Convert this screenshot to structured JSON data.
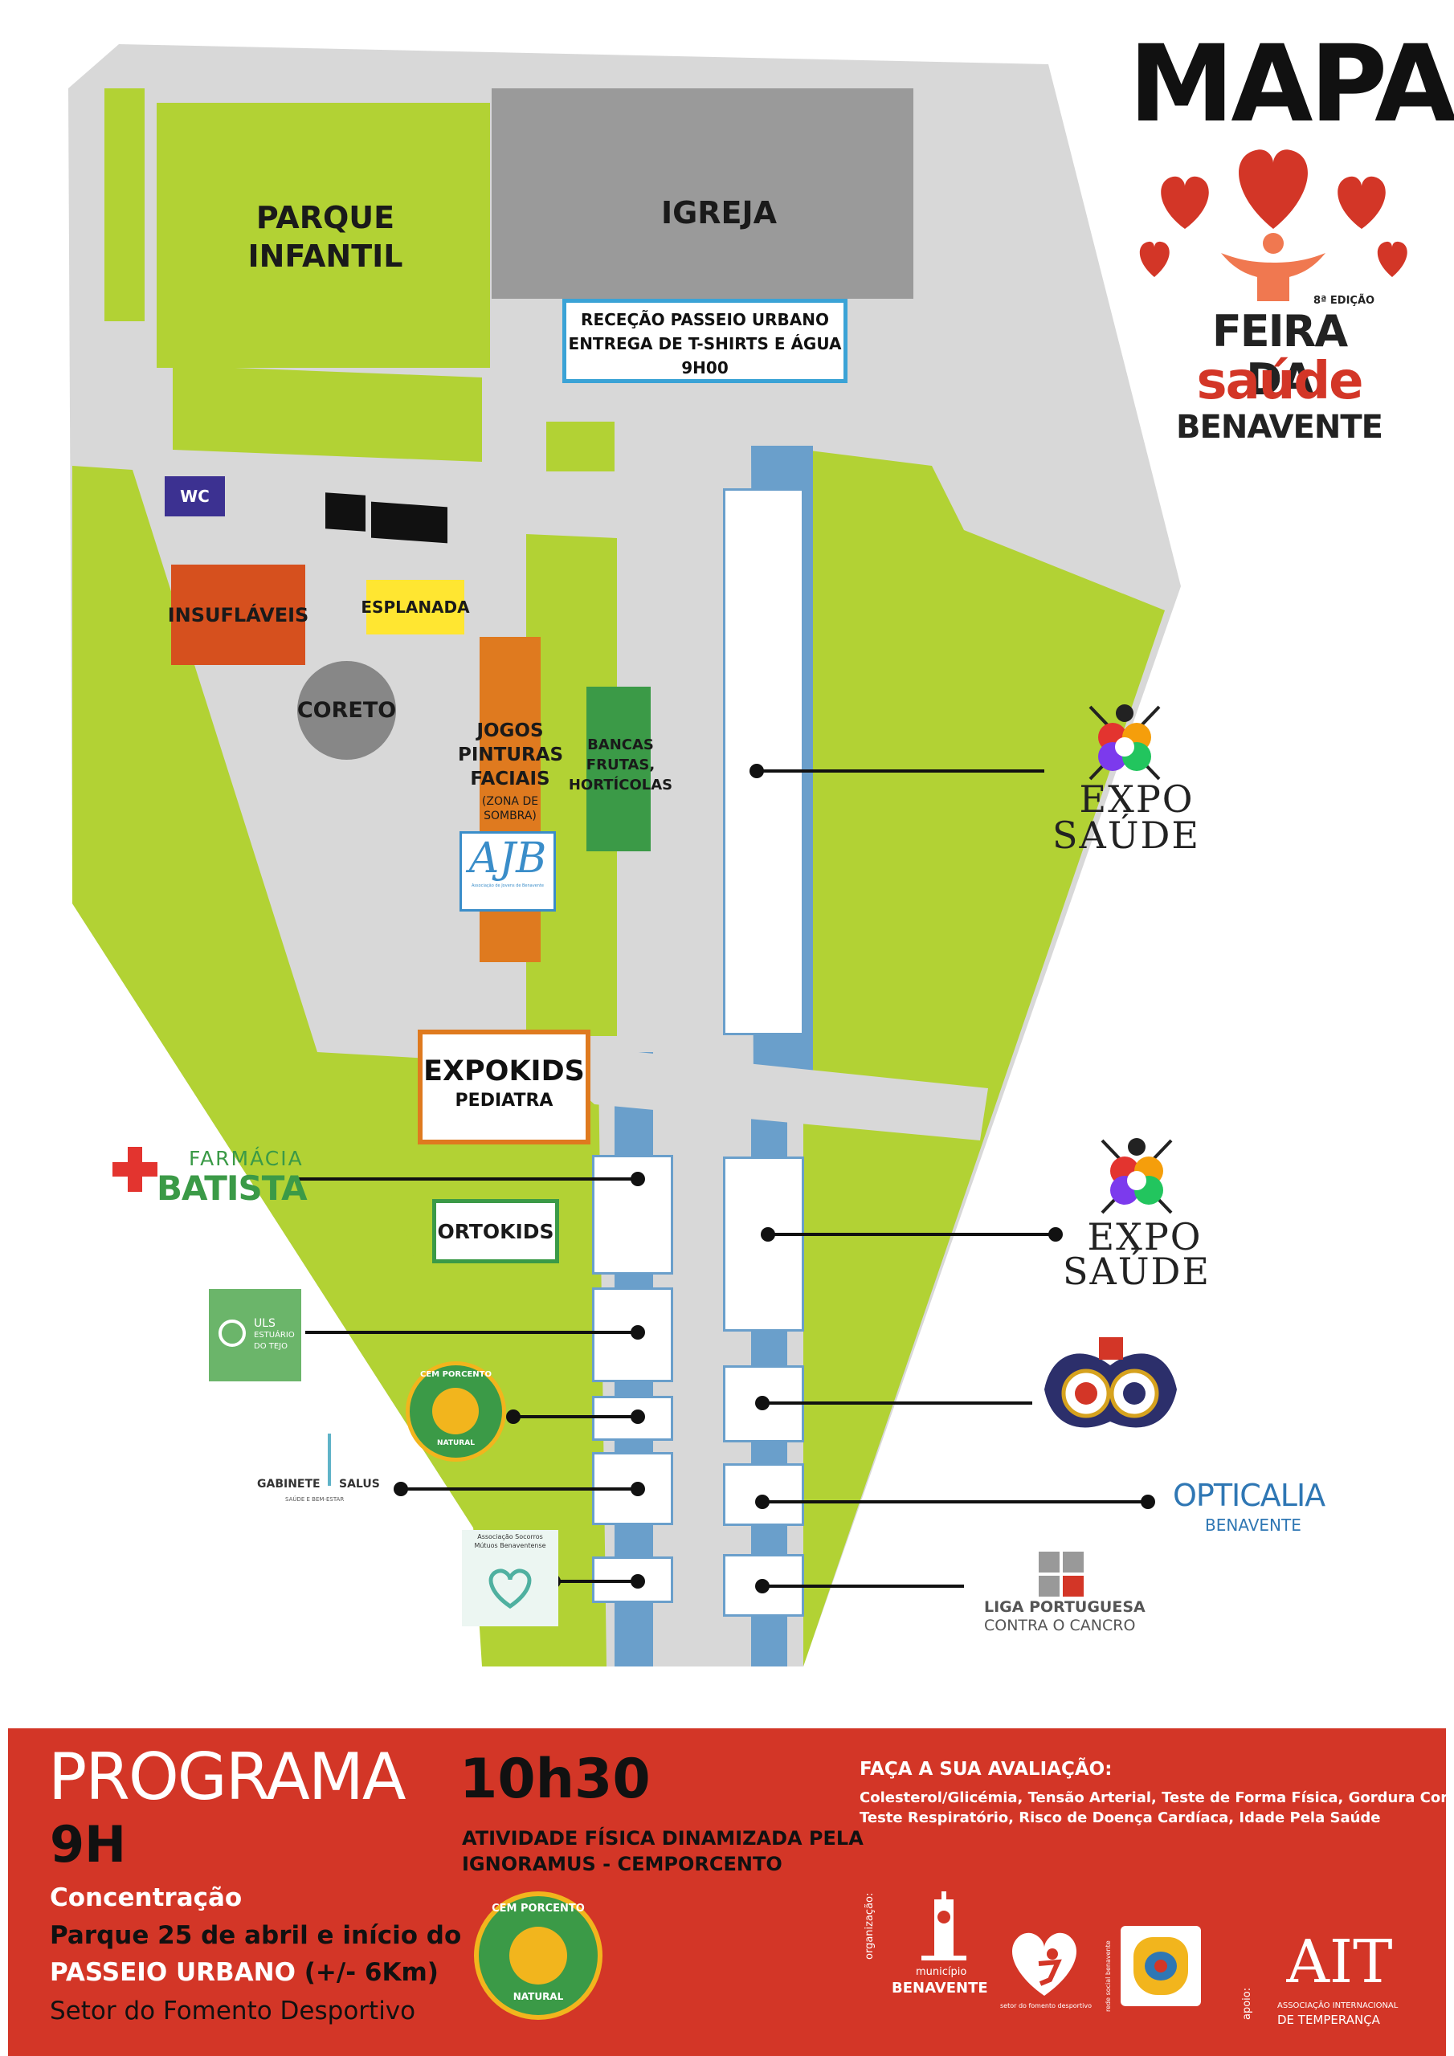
{
  "title": "MAPA",
  "brand": {
    "edition": "8ª EDIÇÃO",
    "line1": "FEIRA DA",
    "line2": "saúde",
    "line3": "BENAVENTE"
  },
  "areas": {
    "parque": "PARQUE INFANTIL",
    "igreja": "IGREJA",
    "rececao_l1": "RECEÇÃO PASSEIO URBANO",
    "rececao_l2": "ENTREGA DE T-SHIRTS E ÁGUA",
    "rececao_l3": "9H00",
    "wc": "WC",
    "insuflaveis": "INSUFLÁVEIS",
    "esplanada": "ESPLANADA",
    "coreto": "CORETO",
    "jogos_l1": "JOGOS",
    "jogos_l2": "PINTURAS",
    "jogos_l3": "FACIAIS",
    "jogos_note": "(ZONA DE SOMBRA)",
    "bancas_l1": "BANCAS",
    "bancas_l2": "FRUTAS,",
    "bancas_l3": "HORTÍCOLAS",
    "ajb": "AJB",
    "ajb_sub": "Associação de Jovens de Benavente",
    "expokids_l1": "EXPOKIDS",
    "expokids_l2": "PEDIATRA",
    "ortokids": "ORTOKIDS"
  },
  "sponsors": {
    "expo1_l1": "EXPO",
    "expo1_l2": "SAÚDE",
    "expo2_l1": "EXPO",
    "expo2_l2": "SAÚDE",
    "farmacia_top": "FARMÁCIA",
    "farmacia_main": "BATISTA",
    "uls_l1": "ULS",
    "uls_l2": "ESTUÁRIO",
    "uls_l3": "DO TEJO",
    "cem": "CEM PORCENTO",
    "cem_sub": "NATURAL",
    "gabinete": "GABINETE",
    "salus": "SALUS",
    "gabinete_sub": "SAÚDE E BEM-ESTAR",
    "socorros_l1": "Associação Socorros",
    "socorros_l2": "Mútuos Benaventense",
    "opticalia": "OPTICALIA",
    "opticalia_sub": "BENAVENTE",
    "liga_l1": "LIGA PORTUGUESA",
    "liga_l2": "CONTRA O CANCRO"
  },
  "programa": {
    "title": "PROGRAMA",
    "time1": "9H",
    "concentracao": "Concentração",
    "parque_line": "Parque 25 de abril e início do",
    "passeio_bold": "PASSEIO URBANO",
    "passeio_dist": "(+/- 6Km)",
    "setor": "Setor do Fomento Desportivo",
    "time2": "10h30",
    "atividade_l1": "ATIVIDADE FÍSICA DINAMIZADA PELA",
    "atividade_l2": "IGNORAMUS - CEMPORCENTO",
    "avaliacao_title": "FAÇA A SUA AVALIAÇÃO:",
    "avaliacao_l1": "Colesterol/Glicémia, Tensão Arterial, Teste de Forma Física, Gordura Corporal,",
    "avaliacao_l2": "Teste Respiratório, Risco de Doença Cardíaca, Idade Pela Saúde",
    "org_label": "organização:",
    "municipio_small": "município",
    "municipio_big": "BENAVENTE",
    "fomento": "setor do fomento desportivo",
    "rede": "rede social benavente",
    "apoio_label": "apoio:",
    "ait_l1": "ASSOCIAÇÃO INTERNACIONAL",
    "ait_l2": "DE TEMPERANÇA",
    "ait_logo": "AIT"
  },
  "colors": {
    "green": "#b2d234",
    "grey": "#d8d8d8",
    "road_blue": "#6a9fcb",
    "red": "#d33627",
    "orange": "#df7a1f",
    "darkgreen": "#3b9a47",
    "purple": "#3c3191",
    "yellow": "#ffe631"
  }
}
